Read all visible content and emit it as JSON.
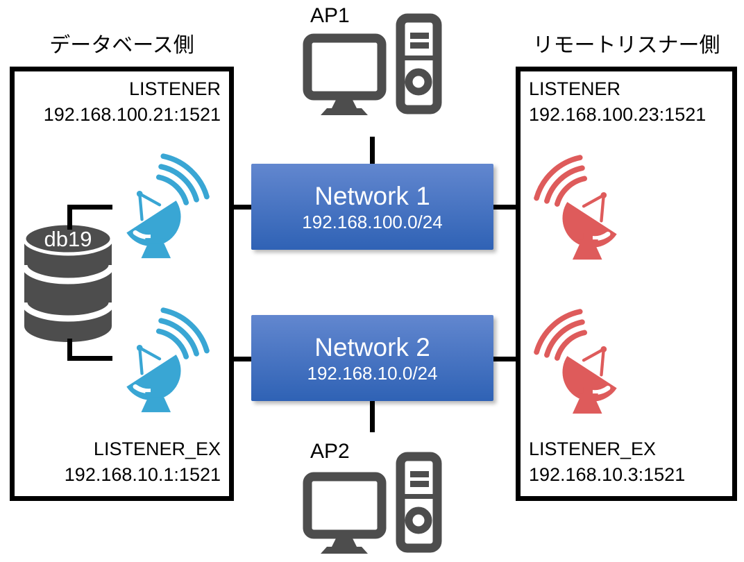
{
  "left_panel": {
    "title": "データベース側",
    "listener_top": {
      "name": "LISTENER",
      "address": "192.168.100.21:1521"
    },
    "listener_bottom": {
      "name": "LISTENER_EX",
      "address": "192.168.10.1:1521"
    },
    "database_label": "db19"
  },
  "right_panel": {
    "title": "リモートリスナー側",
    "listener_top": {
      "name": "LISTENER",
      "address": "192.168.100.23:1521"
    },
    "listener_bottom": {
      "name": "LISTENER_EX",
      "address": "192.168.10.3:1521"
    }
  },
  "networks": [
    {
      "name": "Network 1",
      "subnet": "192.168.100.0/24"
    },
    {
      "name": "Network 2",
      "subnet": "192.168.10.0/24"
    }
  ],
  "access_points": [
    {
      "label": "AP1"
    },
    {
      "label": "AP2"
    }
  ],
  "icons": {
    "database": "database-cylinder-icon",
    "dish_cyan": "satellite-dish-icon",
    "dish_red": "satellite-dish-icon",
    "computer": "desktop-computer-icon"
  },
  "colors": {
    "dish-cyan": "#39A6D4",
    "dish-red": "#DE5B5B",
    "icon-gray": "#4D4D4D",
    "network-top": "#6287CF",
    "network-bottom": "#2F62B5",
    "line-black": "#000000"
  }
}
